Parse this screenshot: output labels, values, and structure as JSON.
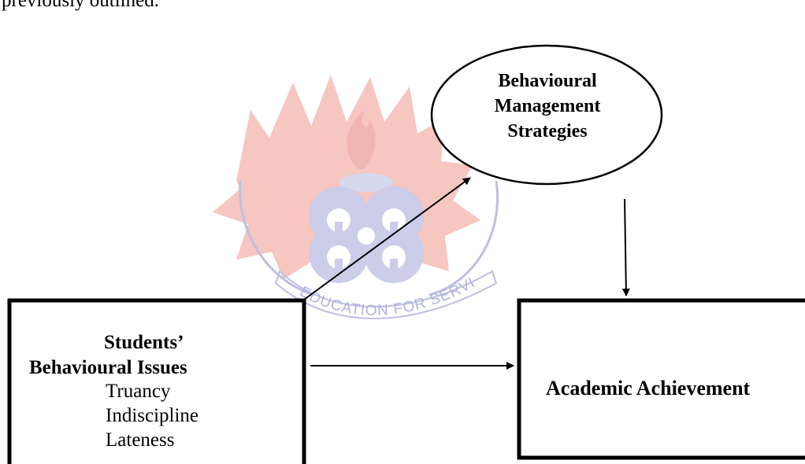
{
  "page": {
    "top_text": "previously outlined."
  },
  "watermark": {
    "banner_text": "EDUCATION FOR SERVICE",
    "colors": {
      "rays": "#f6c3be",
      "emblem": "#c9cbe8",
      "outline": "#b8bde0"
    }
  },
  "diagram": {
    "nodes": {
      "strategies": {
        "lines": [
          "Behavioural",
          "Management",
          "Strategies"
        ]
      },
      "issues": {
        "title_lines": [
          "Students’",
          "Behavioural Issues"
        ],
        "items": [
          "Truancy",
          "Indiscipline",
          "Lateness"
        ]
      },
      "achievement": {
        "label": "Academic Achievement"
      }
    }
  }
}
